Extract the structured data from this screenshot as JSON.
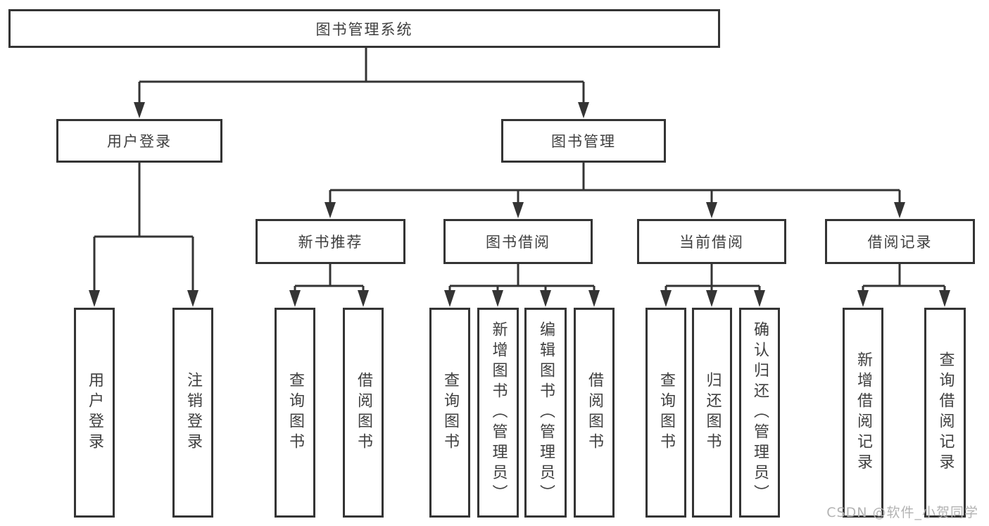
{
  "diagram": {
    "root": {
      "label": "图书管理系统",
      "children": [
        {
          "label": "用户登录",
          "children": [
            {
              "label": "用户登录"
            },
            {
              "label": "注销登录"
            }
          ]
        },
        {
          "label": "图书管理",
          "children": [
            {
              "label": "新书推荐",
              "children": [
                {
                  "label": "查询图书"
                },
                {
                  "label": "借阅图书"
                }
              ]
            },
            {
              "label": "图书借阅",
              "children": [
                {
                  "label": "查询图书"
                },
                {
                  "label": "新增图书（管理员）"
                },
                {
                  "label": "编辑图书（管理员）"
                },
                {
                  "label": "借阅图书"
                }
              ]
            },
            {
              "label": "当前借阅",
              "children": [
                {
                  "label": "查询图书"
                },
                {
                  "label": "归还图书"
                },
                {
                  "label": "确认归还（管理员）"
                }
              ]
            },
            {
              "label": "借阅记录",
              "children": [
                {
                  "label": "新增借阅记录"
                },
                {
                  "label": "查询借阅记录"
                }
              ]
            }
          ]
        }
      ]
    },
    "colors": {
      "line": "#343434",
      "text": "#3f3f3f",
      "background": "#ffffff",
      "watermark": "#b3b3b3"
    }
  },
  "watermark": {
    "text": "CSDN @软件_小贺同学"
  }
}
